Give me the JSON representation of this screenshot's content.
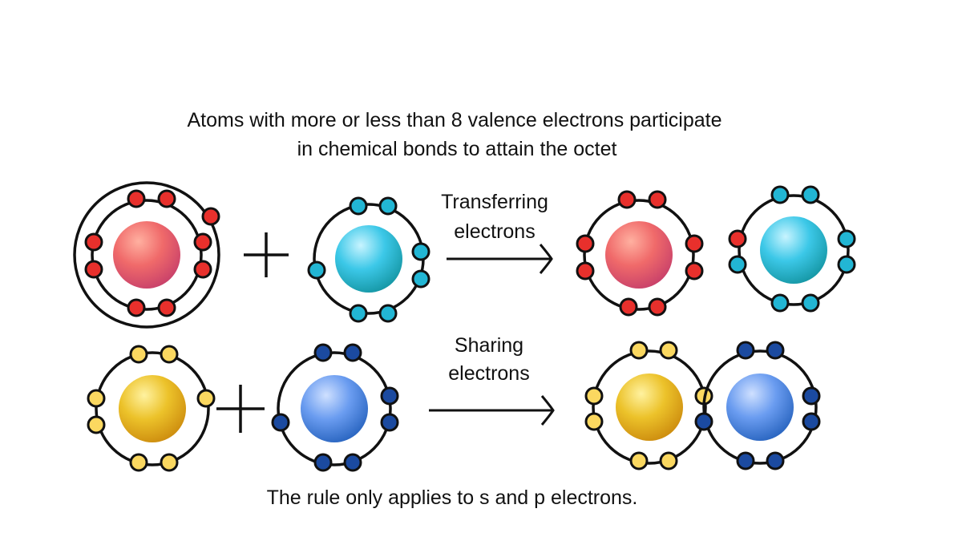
{
  "title_line1": "Atoms with more or less than 8 valence electrons participate",
  "title_line2": "in chemical bonds to attain the octet",
  "transfer_label_1": "Transferring",
  "transfer_label_2": "electrons",
  "sharing_label_1": "Sharing",
  "sharing_label_2": "electrons",
  "footer": "The rule only applies to s and p electrons.",
  "colors": {
    "red_electron": "#e8302c",
    "cyan_electron": "#22b6d4",
    "yellow_electron": "#fbd860",
    "blue_electron": "#1b4aa0",
    "red_nucleus": [
      "#ffb0a0",
      "#f06a6a",
      "#c23a6a"
    ],
    "cyan_nucleus": [
      "#c8f4ff",
      "#3cc8e8",
      "#0f8f9a"
    ],
    "yellow_nucleus": [
      "#fff2a0",
      "#ecc22a",
      "#c8840a"
    ],
    "blue_nucleus": [
      "#cfe0ff",
      "#6a9cf0",
      "#1f5cb8"
    ]
  }
}
